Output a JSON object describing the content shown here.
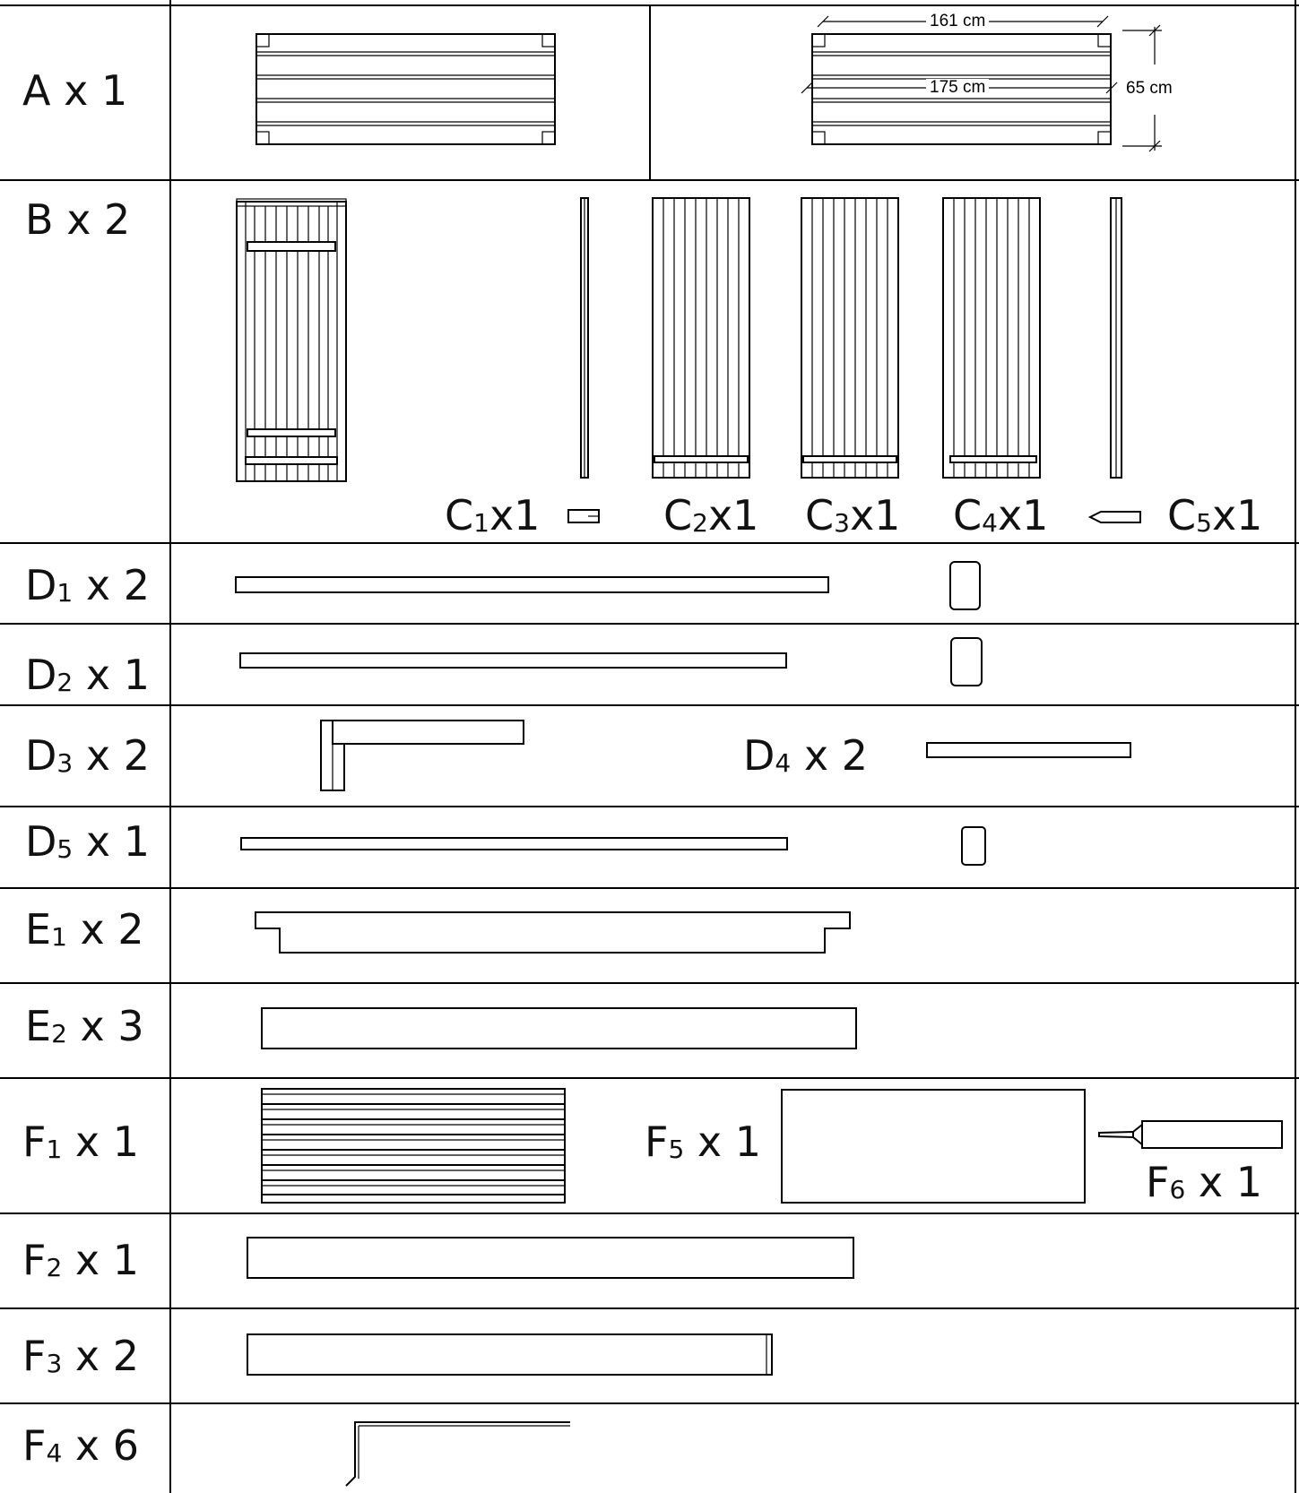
{
  "dimensions": {
    "length_top": "161 cm",
    "length_mid": "175 cm",
    "width": "65 cm"
  },
  "parts": {
    "A": {
      "letter": "A",
      "sub": "",
      "qty": "x 1"
    },
    "B": {
      "letter": "B",
      "sub": "",
      "qty": "x 2"
    },
    "C1": {
      "letter": "C",
      "sub": "1",
      "qty": "x1"
    },
    "C2": {
      "letter": "C",
      "sub": "2",
      "qty": "x1"
    },
    "C3": {
      "letter": "C",
      "sub": "3",
      "qty": "x1"
    },
    "C4": {
      "letter": "C",
      "sub": "4",
      "qty": "x1"
    },
    "C5": {
      "letter": "C",
      "sub": "5",
      "qty": "x1"
    },
    "D1": {
      "letter": "D",
      "sub": "1",
      "qty": "x 2"
    },
    "D2": {
      "letter": "D",
      "sub": "2",
      "qty": "x 1"
    },
    "D3": {
      "letter": "D",
      "sub": "3",
      "qty": "x 2"
    },
    "D4": {
      "letter": "D",
      "sub": "4",
      "qty": "x 2"
    },
    "D5": {
      "letter": "D",
      "sub": "5",
      "qty": "x 1"
    },
    "E1": {
      "letter": "E",
      "sub": "1",
      "qty": "x 2"
    },
    "E2": {
      "letter": "E",
      "sub": "2",
      "qty": "x 3"
    },
    "F1": {
      "letter": "F",
      "sub": "1",
      "qty": "x 1"
    },
    "F2": {
      "letter": "F",
      "sub": "2",
      "qty": "x 1"
    },
    "F3": {
      "letter": "F",
      "sub": "3",
      "qty": "x 2"
    },
    "F4": {
      "letter": "F",
      "sub": "4",
      "qty": "x 6"
    },
    "F5": {
      "letter": "F",
      "sub": "5",
      "qty": "x 1"
    },
    "F6": {
      "letter": "F",
      "sub": "6",
      "qty": "x 1"
    }
  }
}
